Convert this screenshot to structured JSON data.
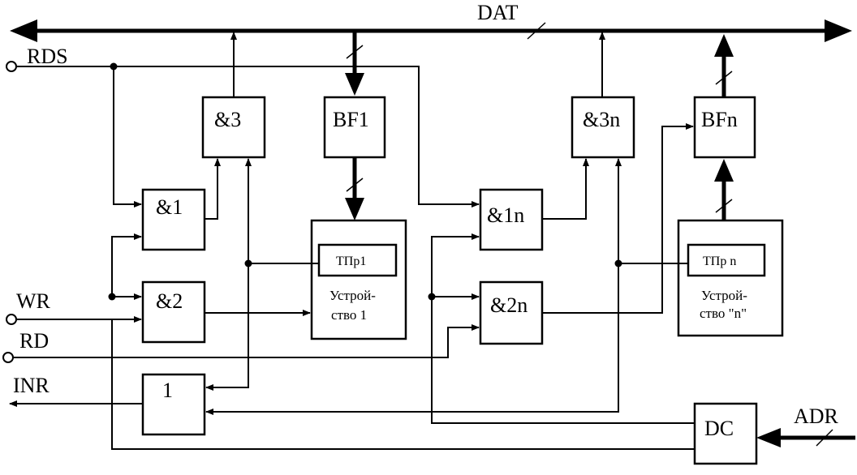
{
  "bus": {
    "label": "DAT"
  },
  "signals": {
    "rds": "RDS",
    "wr": "WR",
    "rd": "RD",
    "inr": "INR",
    "adr": "ADR"
  },
  "blocks": {
    "and1": "&1",
    "and2": "&2",
    "and3": "&3",
    "bf1": "BF1",
    "or1": "1",
    "and1n": "&1n",
    "and2n": "&2n",
    "and3n": "&3n",
    "bfn": "BFn",
    "dc": "DC"
  },
  "devices": {
    "dev1": {
      "reg": "ТПр1",
      "line1": "Устрой-",
      "line2": "ство  1"
    },
    "devn": {
      "reg": "ТПр n",
      "line1": "Устрой-",
      "line2": "ство  \"n\""
    }
  }
}
